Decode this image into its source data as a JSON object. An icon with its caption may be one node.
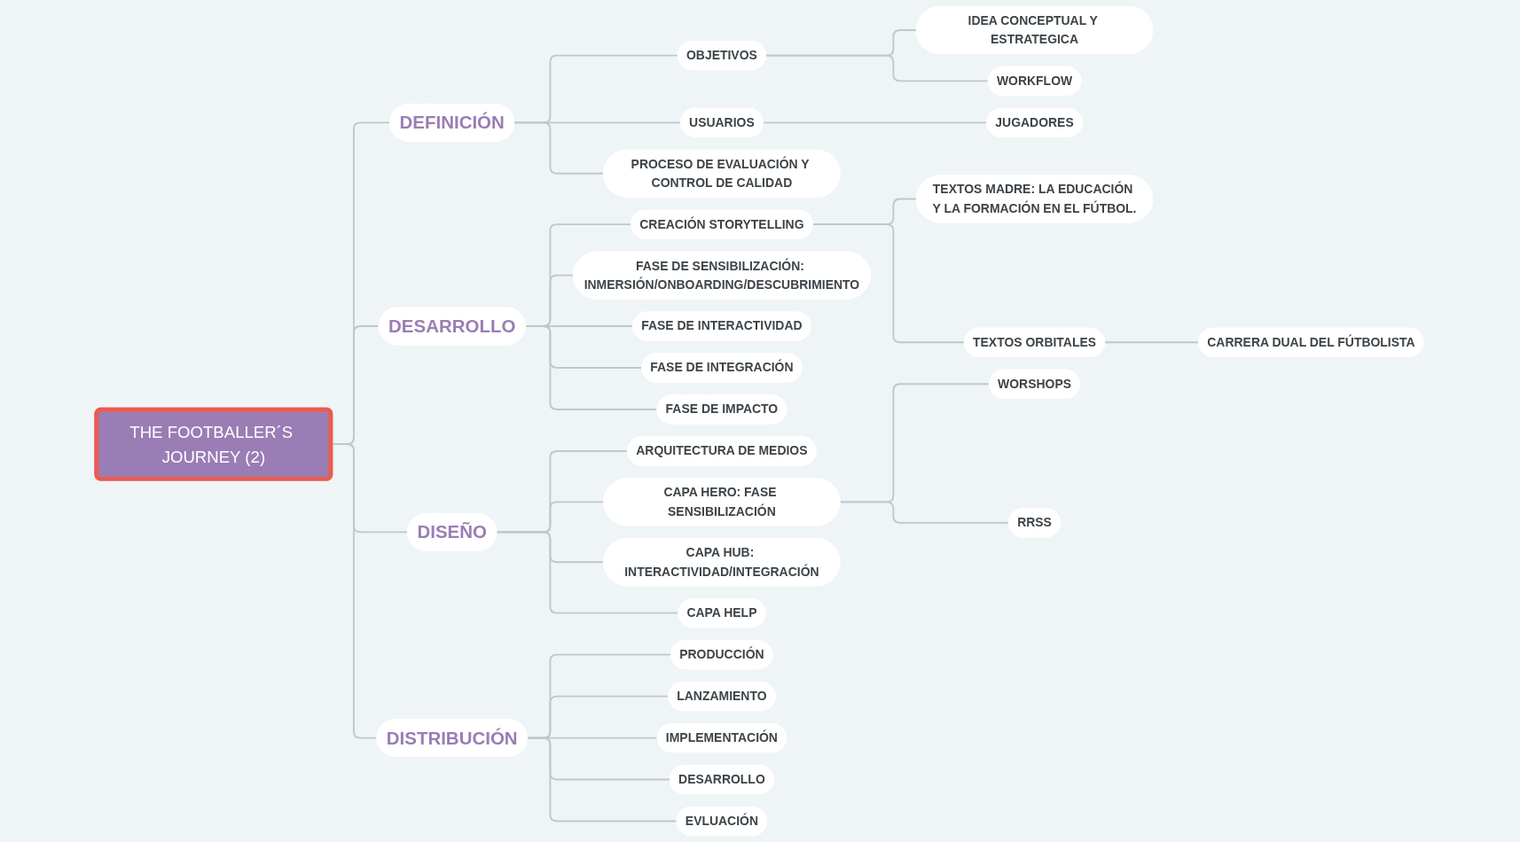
{
  "diagram": {
    "nodes": [
      {
        "text": [
          "THE FOOTBALLER´S JOURNEY (2)"
        ]
      },
      {
        "text": [
          "DEFINICIÓN"
        ]
      },
      {
        "text": [
          "OBJETIVOS"
        ]
      },
      {
        "text": [
          "IDEA CONCEPTUAL Y ESTRATEGICA"
        ]
      },
      {
        "text": [
          "WORKFLOW"
        ]
      },
      {
        "text": [
          "USUARIOS"
        ]
      },
      {
        "text": [
          "JUGADORES"
        ]
      },
      {
        "text": [
          "PROCESO DE EVALUACIÓN Y CONTROL DE CALIDAD"
        ]
      },
      {
        "text": [
          "DESARROLLO"
        ]
      },
      {
        "text": [
          "CREACIÓN STORYTELLING"
        ]
      },
      {
        "text": [
          "TEXTOS MADRE: LA EDUCACIÓN Y LA FORMACIÓN EN EL FÚTBOL."
        ]
      },
      {
        "text": [
          "TEXTOS ORBITALES"
        ]
      },
      {
        "text": [
          "CARRERA DUAL DEL FÚTBOLISTA"
        ]
      },
      {
        "text": [
          "FASE DE SENSIBILIZACIÓN: INMERSIÓN/ONBOARDING/DESCUBRIMIENTO"
        ]
      },
      {
        "text": [
          "FASE DE INTERACTIVIDAD"
        ]
      },
      {
        "text": [
          "FASE DE INTEGRACIÓN"
        ]
      },
      {
        "text": [
          "FASE DE IMPACTO"
        ]
      },
      {
        "text": [
          "DISEÑO"
        ]
      },
      {
        "text": [
          "ARQUITECTURA DE MEDIOS"
        ]
      },
      {
        "text": [
          "CAPA HERO: FASE SENSIBILIZACIÓN"
        ]
      },
      {
        "text": [
          "WORSHOPS"
        ]
      },
      {
        "text": [
          "RRSS"
        ]
      },
      {
        "text": [
          "CAPA HUB: INTERACTIVIDAD/INTEGRACIÓN"
        ]
      },
      {
        "text": [
          "CAPA HELP"
        ]
      },
      {
        "text": [
          "DISTRIBUCIÓN"
        ]
      },
      {
        "text": [
          "PRODUCCIÓN"
        ]
      },
      {
        "text": [
          "LANZAMIENTO"
        ]
      },
      {
        "text": [
          "IMPLEMENTACIÓN"
        ]
      },
      {
        "text": [
          "DESARROLLO"
        ]
      },
      {
        "text": [
          "EVLUACIÓN"
        ]
      }
    ],
    "edges": [
      {
        "from": 0,
        "to": 1,
        "arrow": "none"
      },
      {
        "from": 0,
        "to": 8,
        "arrow": "none"
      },
      {
        "from": 0,
        "to": 17,
        "arrow": "none"
      },
      {
        "from": 0,
        "to": 24,
        "arrow": "none"
      },
      {
        "from": 1,
        "to": 2,
        "arrow": "none"
      },
      {
        "from": 2,
        "to": 3,
        "arrow": "none"
      },
      {
        "from": 2,
        "to": 4,
        "arrow": "none"
      },
      {
        "from": 1,
        "to": 5,
        "arrow": "none"
      },
      {
        "from": 5,
        "to": 6,
        "arrow": "none"
      },
      {
        "from": 1,
        "to": 7,
        "arrow": "none"
      },
      {
        "from": 8,
        "to": 9,
        "arrow": "none"
      },
      {
        "from": 9,
        "to": 10,
        "arrow": "none"
      },
      {
        "from": 9,
        "to": 11,
        "arrow": "none"
      },
      {
        "from": 11,
        "to": 12,
        "arrow": "none"
      },
      {
        "from": 8,
        "to": 13,
        "arrow": "none"
      },
      {
        "from": 8,
        "to": 14,
        "arrow": "none"
      },
      {
        "from": 8,
        "to": 15,
        "arrow": "none"
      },
      {
        "from": 8,
        "to": 16,
        "arrow": "none"
      },
      {
        "from": 17,
        "to": 18,
        "arrow": "none"
      },
      {
        "from": 17,
        "to": 19,
        "arrow": "none"
      },
      {
        "from": 19,
        "to": 20,
        "arrow": "none"
      },
      {
        "from": 19,
        "to": 21,
        "arrow": "none"
      },
      {
        "from": 17,
        "to": 22,
        "arrow": "none"
      },
      {
        "from": 17,
        "to": 23,
        "arrow": "none"
      },
      {
        "from": 24,
        "to": 25,
        "arrow": "none"
      },
      {
        "from": 24,
        "to": 26,
        "arrow": "none"
      },
      {
        "from": 24,
        "to": 27,
        "arrow": "none"
      },
      {
        "from": 24,
        "to": 28,
        "arrow": "none"
      },
      {
        "from": 24,
        "to": 29,
        "arrow": "none"
      }
    ]
  }
}
